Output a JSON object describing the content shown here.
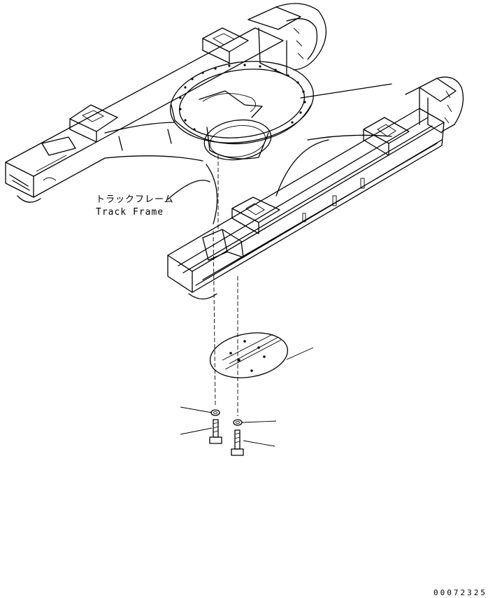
{
  "label": {
    "jp": "トラックフレーム",
    "en": "Track Frame"
  },
  "drawing_code": "00072325"
}
